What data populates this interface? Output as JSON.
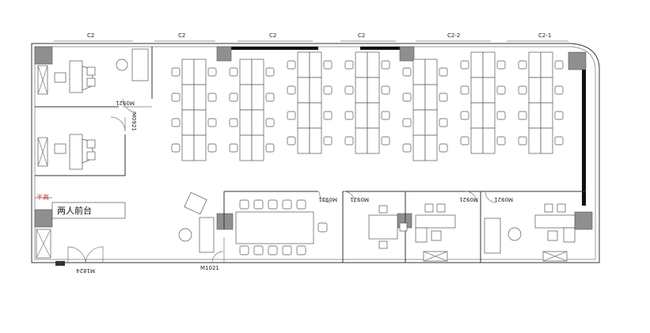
{
  "window_labels": [
    "C2",
    "C2",
    "C2",
    "C2",
    "C2-2",
    "C2-1"
  ],
  "door_labels": {
    "m0921_office": "M0921",
    "m0921_meeting": "M0921",
    "m0921_room_a": "M0921",
    "m0921_room_b": "M0921",
    "m0921_room_c": "M0921",
    "m1021": "M1021",
    "m1824": "M1824"
  },
  "rooms": {
    "reception_desk": "两人前台",
    "reception_note": "半高"
  },
  "colors": {
    "column": "#8f8f8f",
    "window_band": "#111111",
    "wall": "#333333",
    "note_red": "#c0392b"
  }
}
